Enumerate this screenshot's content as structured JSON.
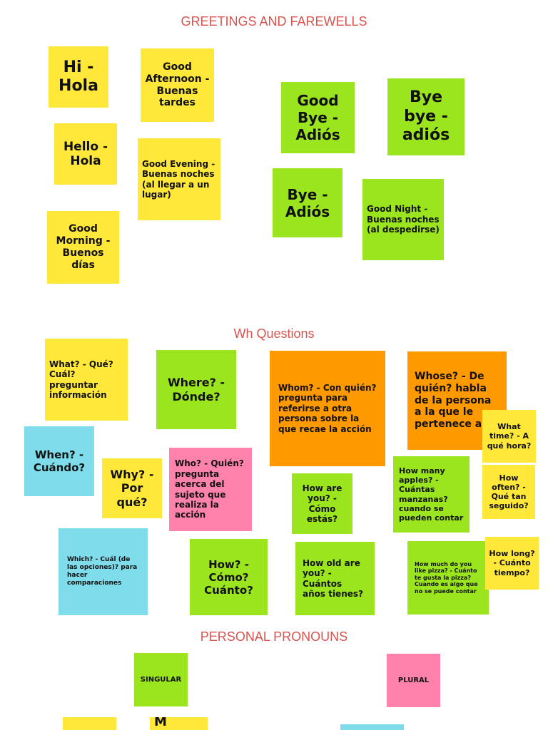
{
  "headings": {
    "greetings": "GREETINGS AND FAREWELLS",
    "wh": "Wh Questions",
    "pronouns": "PERSONAL PRONOUNS"
  },
  "colors": {
    "heading": "#d9534f",
    "yellow": "#ffe83a",
    "green": "#9be51e",
    "orange": "#ff9900",
    "pink": "#ff82ad",
    "cyan": "#7fdceb"
  },
  "greetings": {
    "hi": "Hi - Hola",
    "hello": "Hello - Hola",
    "good_morning": "Good Morning - Buenos días",
    "good_afternoon": "Good Afternoon - Buenas tardes",
    "good_evening": "Good Evening - Buenas noches (al llegar a un lugar)",
    "good_bye": "Good Bye - Adiós",
    "bye_bye": "Bye bye - adiós",
    "bye": "Bye - Adiós",
    "good_night": "Good Night - Buenas noches (al despedirse)"
  },
  "wh": {
    "what": "What? - Qué? Cuál? preguntar información",
    "where": "Where? - Dónde?",
    "whom": "Whom? - Con quién? pregunta para referirse a otra persona sobre la que recae la acción",
    "whose": "Whose? - De quién? habla de la persona a la que le pertenece algo",
    "what_time": "What time? - A qué hora?",
    "when": "When? - Cuándo?",
    "why": "Why? - Por qué?",
    "who": "Who? - Quién? pregunta acerca del sujeto que realiza la acción",
    "how_are_you": "How are you? - Cómo estás?",
    "how_many": "How many apples? - Cuántas manzanas? cuando se pueden contar",
    "how_often": "How often? - Qué tan seguido?",
    "which": "Which? - Cuál (de las opciones)? para hacer comparaciones",
    "how": "How? - Cómo? Cuánto?",
    "how_old": "How old are you? - Cuántos años tienes?",
    "how_much": "How much do you like pizza? - Cuánto te gusta la pizza? Cuando es algo que no se puede contar",
    "how_long": "How long? - Cuánto tiempo?"
  },
  "pronouns": {
    "singular": "SINGULAR",
    "plural": "PLURAL",
    "partial": "M"
  }
}
